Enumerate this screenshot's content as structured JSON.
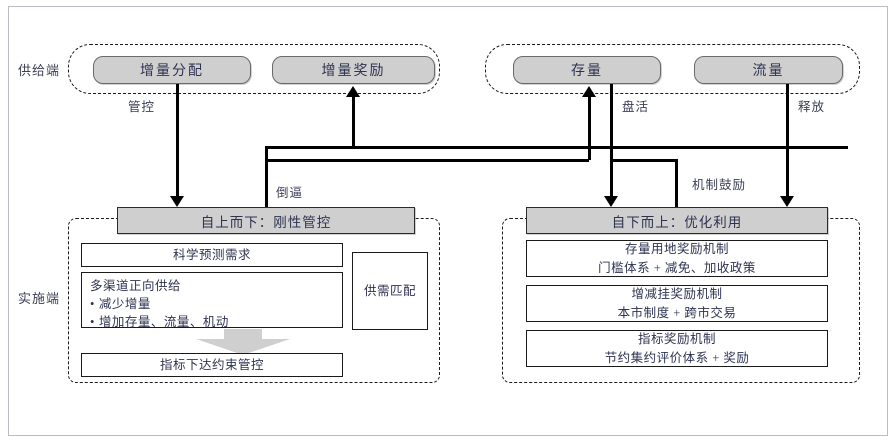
{
  "diagram": {
    "side_labels": {
      "supply": "供给端",
      "implementation": "实施端"
    },
    "supply_left": {
      "items": [
        {
          "label": "增量分配"
        },
        {
          "label": "增量奖励"
        }
      ]
    },
    "supply_right": {
      "items": [
        {
          "label": "存量"
        },
        {
          "label": "流量"
        }
      ]
    },
    "edge_labels": {
      "control": "管控",
      "force": "倒逼",
      "revitalize": "盘活",
      "release": "释放",
      "mechanism_incentive": "机制鼓励"
    },
    "left_panel": {
      "header": "自上而下：刚性管控",
      "boxes": [
        {
          "title": "科学预测需求"
        },
        {
          "title": "多渠道正向供给",
          "bullets": [
            "减少增量",
            "增加存量、流量、机动"
          ]
        },
        {
          "title": "指标下达约束管控"
        }
      ],
      "side_box": "供需匹配"
    },
    "right_panel": {
      "header": "自下而上：优化利用",
      "boxes": [
        {
          "line1": "存量用地奖励机制",
          "line2": "门槛体系 + 减免、加收政策"
        },
        {
          "line1": "增减挂奖励机制",
          "line2": "本市制度 + 跨市交易"
        },
        {
          "line1": "指标奖励机制",
          "line2": "节约集约评价体系 + 奖励"
        }
      ]
    },
    "colors": {
      "fill_gray": "#cfcfcf",
      "stroke": "#1a1a1a",
      "text": "#2e3350",
      "frame": "#b9bcc2"
    }
  }
}
